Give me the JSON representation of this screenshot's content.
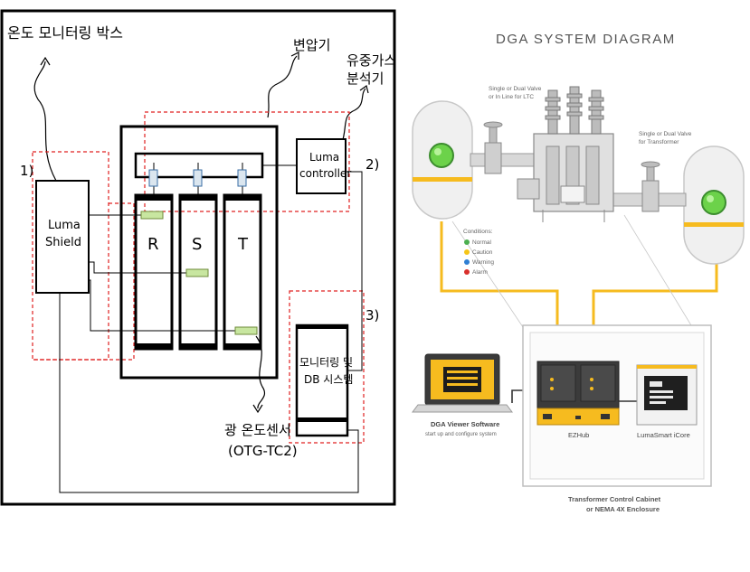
{
  "left_diagram": {
    "title": "온도 모니터링 박스",
    "transformer_label": "변압기",
    "dga_label_line1": "유중가스",
    "dga_label_line2": "분석기",
    "luma_shield_line1": "Luma",
    "luma_shield_line2": "Shield",
    "luma_controller_line1": "Luma",
    "luma_controller_line2": "controller",
    "phases": [
      "R",
      "S",
      "T"
    ],
    "monitoring_line1": "모니터링 및",
    "monitoring_line2": "DB 시스템",
    "sensor_line1": "광 온도센서",
    "sensor_line2": "(OTG-TC2)",
    "markers": [
      "1)",
      "2)",
      "3)"
    ]
  },
  "right_diagram": {
    "title": "DGA SYSTEM DIAGRAM",
    "valve_ltc_line1": "Single or Dual Valve",
    "valve_ltc_line2": "or In Line for LTC",
    "valve_tr_line1": "Single or Dual Valve",
    "valve_tr_line2": "for Transformer",
    "conditions_title": "Conditions:",
    "conditions": [
      {
        "label": "Normal",
        "color": "#4caf50"
      },
      {
        "label": "Caution",
        "color": "#f5c518"
      },
      {
        "label": "Warning",
        "color": "#2f7fd3"
      },
      {
        "label": "Alarm",
        "color": "#d9302c"
      }
    ],
    "viewer_title": "DGA Viewer Software",
    "viewer_sub": "start up and configure system",
    "ezhub_label": "EZHub",
    "lumasmart_label": "LumaSmart iCore",
    "cabinet_line1": "Transformer Control Cabinet",
    "cabinet_line2": "or NEMA 4X Enclosure"
  },
  "colors": {
    "accent_yellow": "#f6bb1f",
    "dashed_red": "#e02020",
    "sensor_green": "#c8e6a0"
  }
}
